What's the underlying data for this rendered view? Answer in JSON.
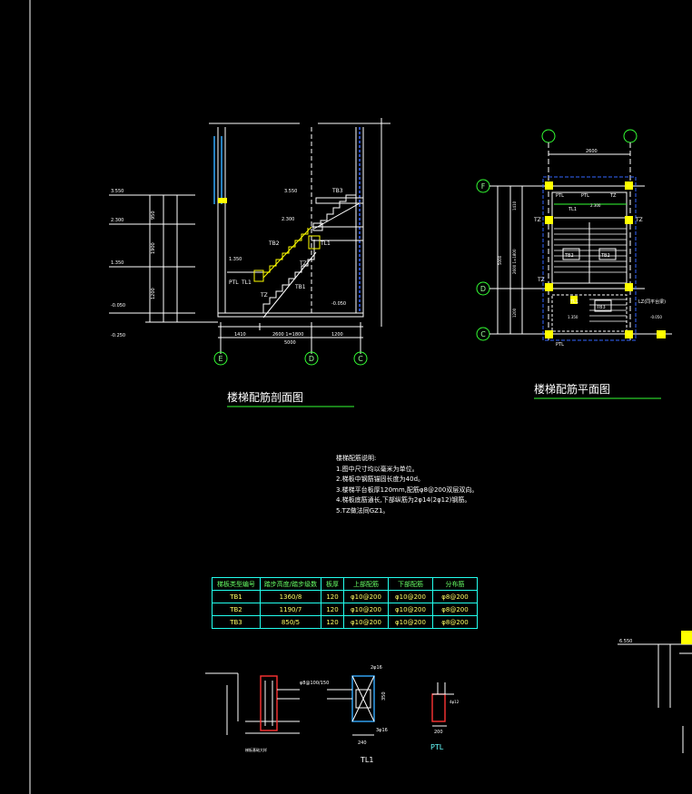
{
  "section_title": "楼梯配筋剖面图",
  "plan_title": "楼梯配筋平面图",
  "section_drawing": {
    "elevations": [
      "3.550",
      "2.300",
      "1.350",
      "-0.050",
      "-0.250"
    ],
    "right_elevations": [
      "3.550",
      "2.300",
      "1.350",
      "-0.050"
    ],
    "labels": [
      "TB3",
      "TB2",
      "TL1",
      "TZ",
      "PTL",
      "TL1",
      "TZ",
      "TB1"
    ],
    "axis_labels": [
      "E",
      "D",
      "C"
    ],
    "dims_bottom": [
      "1410",
      "2600 1=1800",
      "1200"
    ],
    "dim_total": "5000",
    "dims_left": [
      "950",
      "1900",
      "1200"
    ]
  },
  "plan_drawing": {
    "axis_top_dim": "2600",
    "row_labels": [
      "F",
      "D",
      "C"
    ],
    "labels": [
      "PTL",
      "PTL",
      "TL1",
      "TZ",
      "TZ",
      "TB2",
      "TB2",
      "TZ",
      "TL1",
      "TB3",
      "PTL",
      "LZ(同平台梁)",
      "TZ"
    ],
    "elevations": [
      "2.300",
      "1.350",
      "-0.050"
    ],
    "left_dims": [
      "1410",
      "2600 1=1800",
      "1200"
    ],
    "left_total": "5000"
  },
  "notes": {
    "heading": "楼梯配筋说明:",
    "items": [
      "1.图中尺寸均以毫米为单位。",
      "2.梯板中钢筋锚固长度为40d。",
      "3.楼梯平台板厚120mm,配筋φ8@200双层双向。",
      "4.梯板底筋通长,下部纵筋为2φ14(2φ12)钢筋。",
      "5.TZ做法同GZ1。"
    ]
  },
  "rebar_table": {
    "headers": [
      "梯板类型编号",
      "踏步高度/踏步级数",
      "板厚",
      "上部配筋",
      "下部配筋",
      "分布筋"
    ],
    "rows": [
      [
        "TB1",
        "1360/8",
        "120",
        "φ10@200",
        "φ10@200",
        "φ8@200"
      ],
      [
        "TB2",
        "1190/7",
        "120",
        "φ10@200",
        "φ10@200",
        "φ8@200"
      ],
      [
        "TB3",
        "850/5",
        "120",
        "φ10@200",
        "φ10@200",
        "φ8@200"
      ]
    ]
  },
  "details": {
    "foundation_caption": "梯板基础大样",
    "tl1_label": "TL1",
    "ptl_label": "PTL",
    "tl1_top": "2φ16",
    "tl1_stirrup": "φ8@100/150",
    "tl1_width": "240",
    "tl1_height": "350",
    "tl1_bottom": "3φ16",
    "ptl_width": "200",
    "ptl_top": "4φ12",
    "far_right_elev": "6.550"
  },
  "colors": {
    "line": "#ffffff",
    "green": "#39ff39",
    "cyan": "#33ffff",
    "yellow": "#ffff00",
    "blue": "#3355ff"
  }
}
